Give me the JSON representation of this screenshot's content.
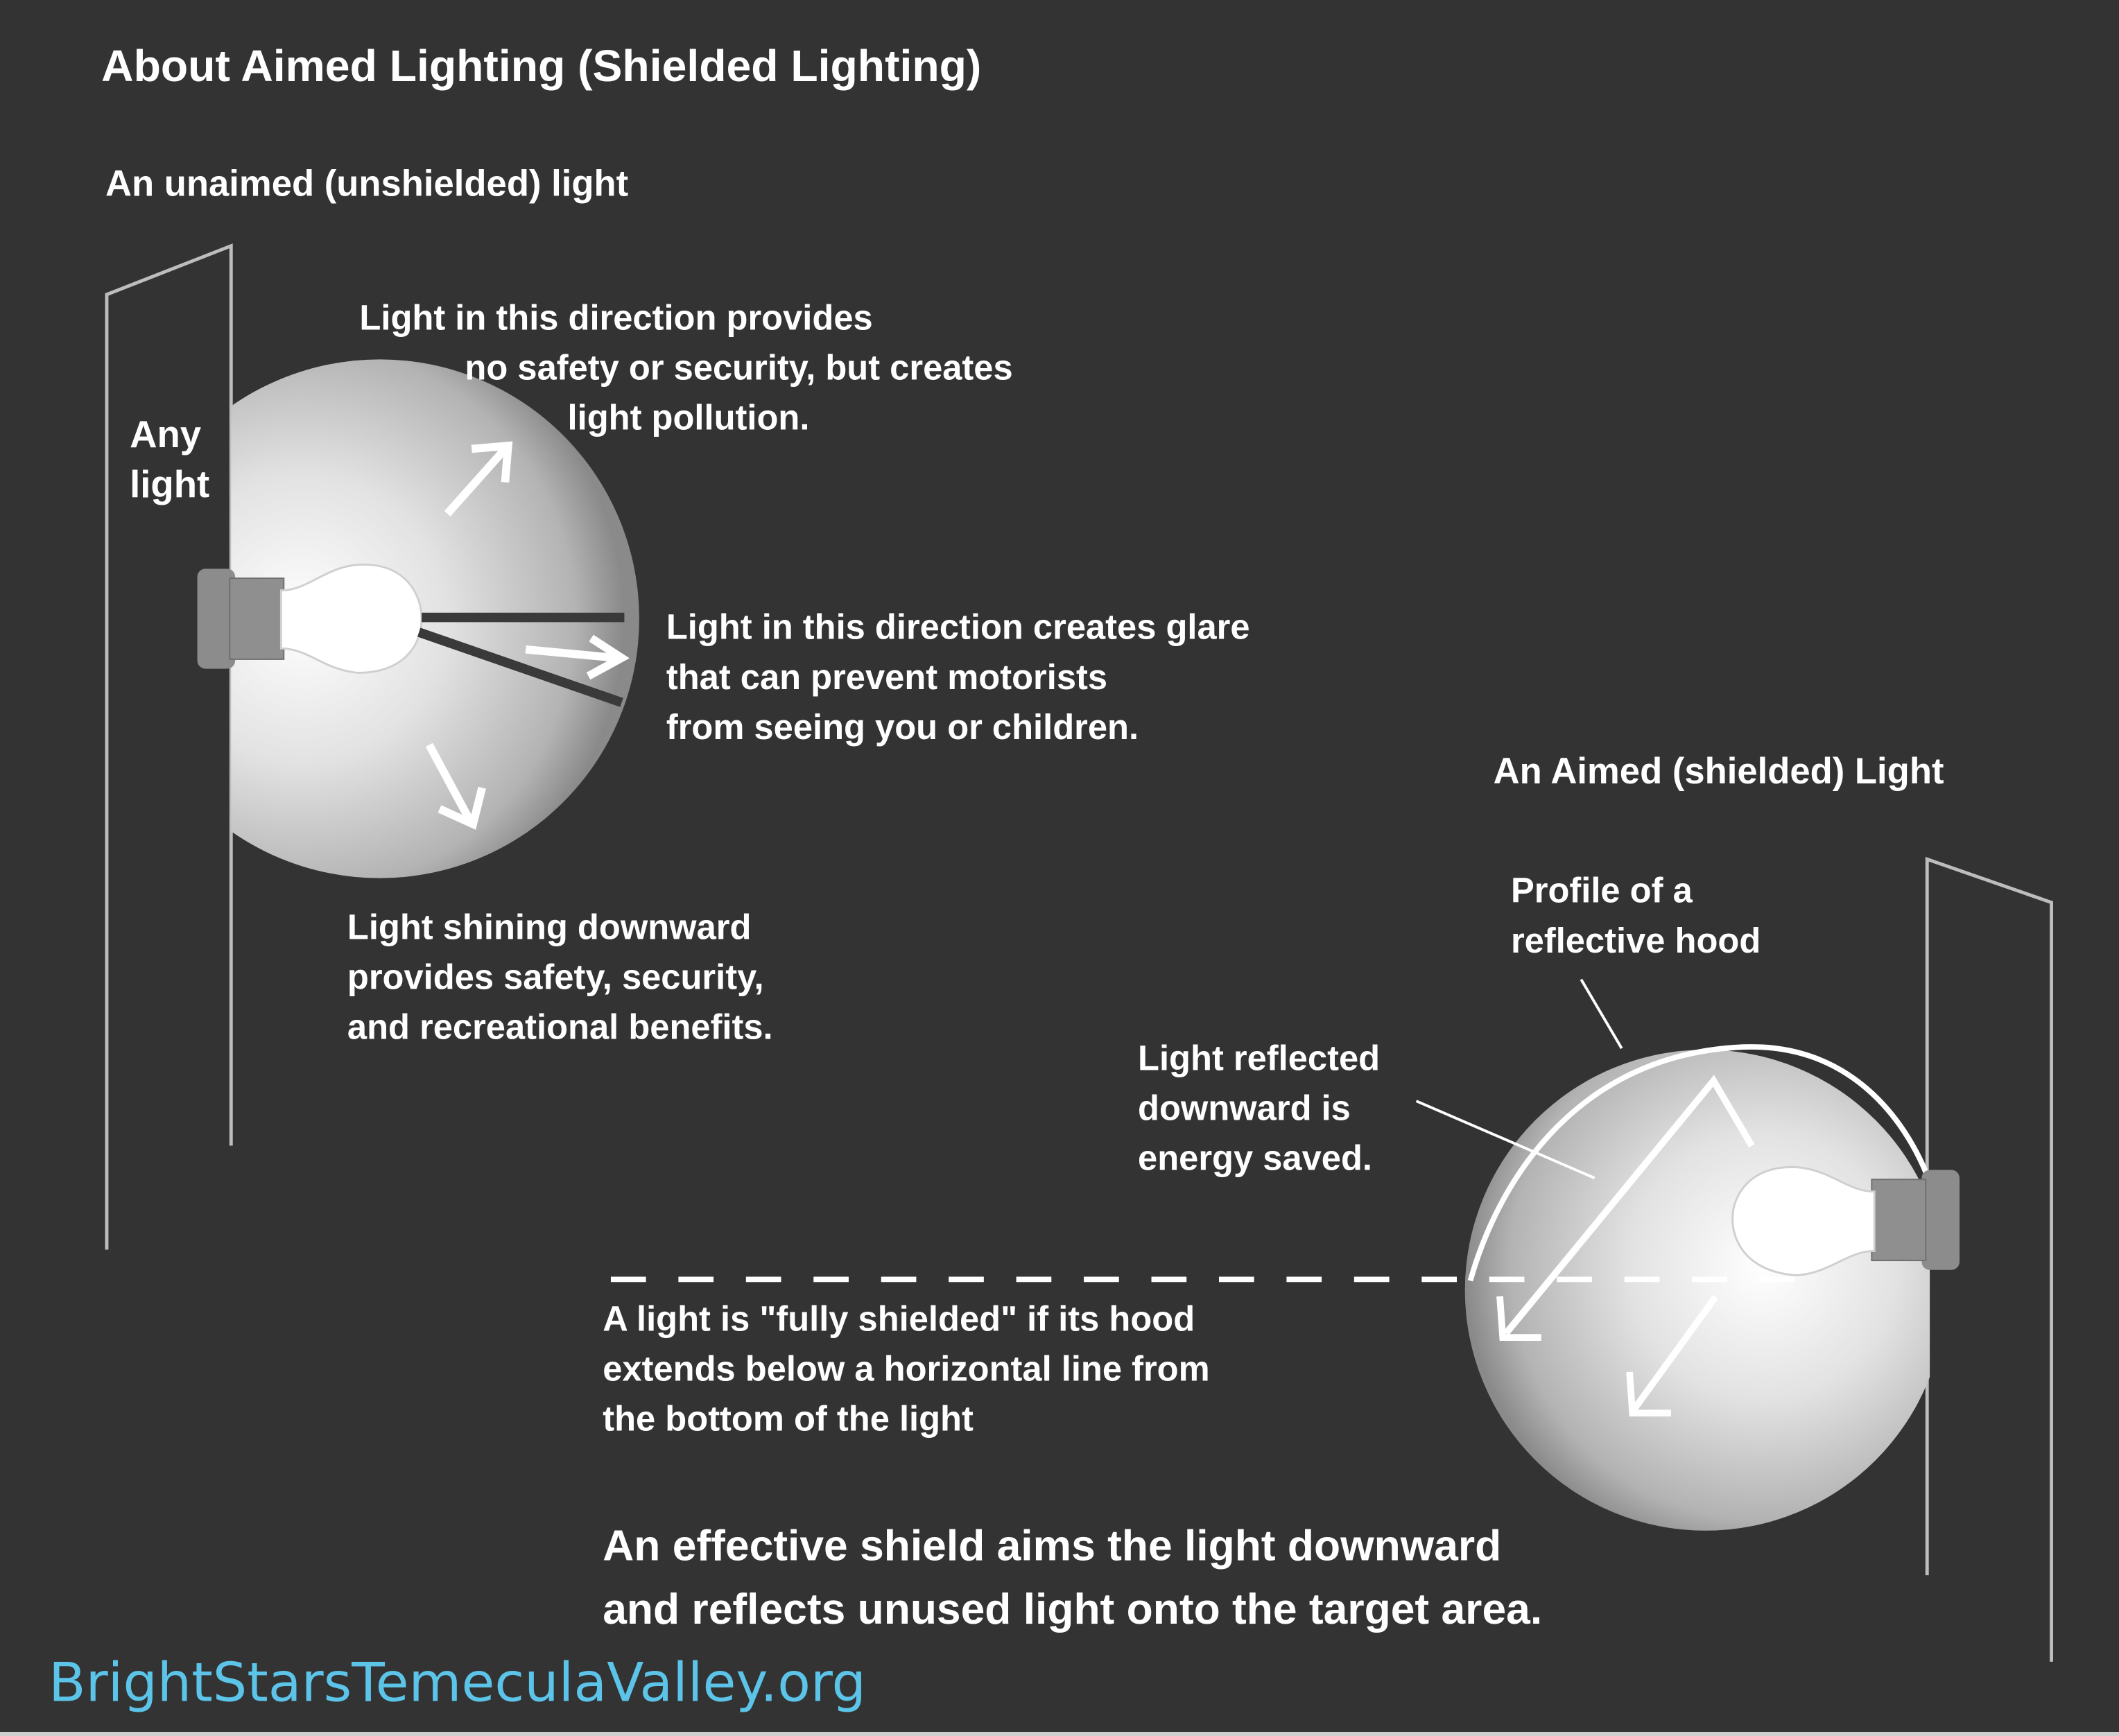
{
  "title": "About Aimed Lighting (Shielded Lighting)",
  "colors": {
    "background": "#333333",
    "text": "#ffffff",
    "url": "#5bc4e8",
    "wall_line": "#bdbdbd",
    "fixture_base": "#8c8c8c"
  },
  "unaimed": {
    "heading": "An unaimed (unshielded) light",
    "wall_label": [
      "Any",
      "light"
    ],
    "upward_note": [
      "Light in this direction provides",
      "no safety or security, but creates",
      "light pollution."
    ],
    "glare_note": [
      "Light in this direction creates glare",
      "that can prevent motorists",
      "from seeing you or children."
    ],
    "downward_note": [
      "Light shining downward",
      "provides safety, security,",
      "and recreational benefits."
    ]
  },
  "aimed": {
    "heading": "An Aimed (shielded) Light",
    "hood_label": [
      "Profile of a",
      "reflective hood"
    ],
    "reflected_note": [
      "Light reflected",
      "downward is",
      "energy saved."
    ],
    "fully_shielded_note": [
      "A light is \"fully shielded\" if its hood",
      "extends below a horizontal line from",
      "the bottom of the light"
    ],
    "summary": [
      "An effective shield aims the light downward",
      "and reflects unused light onto the target area."
    ]
  },
  "footer": {
    "url": "BrightStarsTemeculaValley.org"
  }
}
